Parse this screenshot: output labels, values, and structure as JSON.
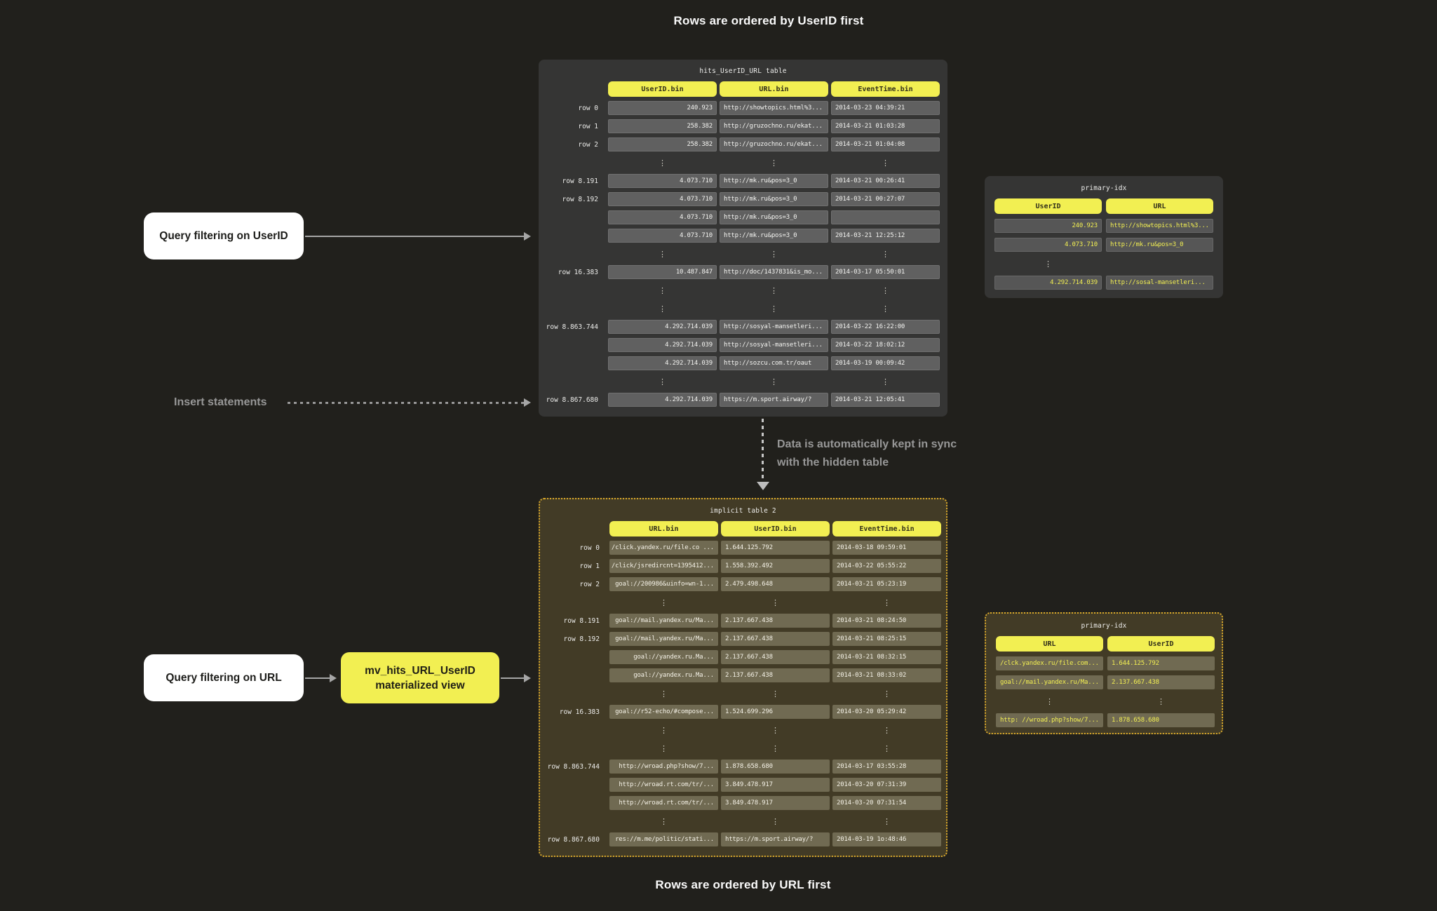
{
  "titles": {
    "top": "Rows are ordered by UserID first",
    "bottom": "Rows are ordered by URL first"
  },
  "boxes": {
    "query_userid": "Query filtering on UserID",
    "query_url": "Query filtering on URL",
    "mv_title": "mv_hits_URL_UserID",
    "mv_subtitle": "materialized view"
  },
  "notes": {
    "insert": "Insert statements",
    "sync_line1": "Data is automatically kept in sync",
    "sync_line2": "with the hidden table"
  },
  "ellipsis_glyph": "⋮",
  "colors": {
    "bg": "#21201c",
    "panel_gray": "#353534",
    "cell_gray": "#606060",
    "idx_cell_gray": "#565656",
    "panel_olive": "#423b26",
    "cell_olive": "#706a52",
    "accent_yellow": "#f2ef52",
    "amber": "#d9a82a",
    "annotation_gray": "#979797",
    "arrow_gray": "#a6a6a6"
  },
  "tables": {
    "hits": {
      "title": "hits_UserID_URL table",
      "columns": [
        "UserID.bin",
        "URL.bin",
        "EventTime.bin"
      ],
      "aligns": [
        "right",
        "left",
        "left"
      ],
      "rows": [
        {
          "label": "row 0",
          "cells": [
            "240.923",
            "http://showtopics.html%3...",
            "2014-03-23 04:39:21"
          ]
        },
        {
          "label": "row 1",
          "cells": [
            "258.382",
            "http://gruzochno.ru/ekat...",
            "2014-03-21 01:03:28"
          ]
        },
        {
          "label": "row 2",
          "cells": [
            "258.382",
            "http://gruzochno.ru/ekat...",
            "2014-03-21 01:04:08"
          ]
        },
        {
          "ellipsis": [
            0,
            1,
            2
          ]
        },
        {
          "label": "row 8.191",
          "cells": [
            "4.073.710",
            "http://mk.ru&pos=3_0",
            "2014-03-21 00:26:41"
          ]
        },
        {
          "label": "row 8.192",
          "cells": [
            "4.073.710",
            "http://mk.ru&pos=3_0",
            "2014-03-21 00:27:07"
          ]
        },
        {
          "label": "",
          "cells": [
            "4.073.710",
            "http://mk.ru&pos=3_0",
            ""
          ]
        },
        {
          "label": "",
          "cells": [
            "4.073.710",
            "http://mk.ru&pos=3_0",
            "2014-03-21 12:25:12"
          ]
        },
        {
          "ellipsis": [
            0,
            1,
            2
          ]
        },
        {
          "label": "row 16.383",
          "cells": [
            "10.487.847",
            "http://doc/1437831&is_mo...",
            "2014-03-17 05:50:01"
          ]
        },
        {
          "ellipsis": [
            0,
            1,
            2
          ]
        },
        {
          "ellipsis": [
            0,
            1,
            2
          ]
        },
        {
          "label": "row 8.863.744",
          "cells": [
            "4.292.714.039",
            "http://sosyal-mansetleri...",
            "2014-03-22 16:22:00"
          ]
        },
        {
          "label": "",
          "cells": [
            "4.292.714.039",
            "http://sosyal-mansetleri...",
            "2014-03-22 18:02:12"
          ]
        },
        {
          "label": "",
          "cells": [
            "4.292.714.039",
            "http://sozcu.com.tr/oaut",
            "2014-03-19 00:09:42"
          ]
        },
        {
          "ellipsis": [
            0,
            1,
            2
          ]
        },
        {
          "label": "row 8.867.680",
          "cells": [
            "4.292.714.039",
            "https://m.sport.airway/?",
            "2014-03-21 12:05:41"
          ]
        }
      ]
    },
    "hits_idx": {
      "title": "primary-idx",
      "columns": [
        "UserID",
        "URL"
      ],
      "aligns": [
        "right",
        "left"
      ],
      "rows": [
        {
          "cells": [
            "240.923",
            "http://showtopics.html%3..."
          ]
        },
        {
          "cells": [
            "4.073.710",
            "http://mk.ru&pos=3_0"
          ]
        },
        {
          "ellipsis": [
            0
          ]
        },
        {
          "cells": [
            "4.292.714.039",
            "http://sosal-mansetleri..."
          ]
        }
      ]
    },
    "implicit": {
      "title": "implicit table 2",
      "columns": [
        "URL.bin",
        "UserID.bin",
        "EventTime.bin"
      ],
      "aligns": [
        "right",
        "left",
        "left"
      ],
      "rows": [
        {
          "label": "row 0",
          "cells": [
            "/click.yandex.ru/file.co ...",
            "1.644.125.792",
            "2014-03-18 09:59:01"
          ]
        },
        {
          "label": "row 1",
          "cells": [
            "/click/jsredircnt=1395412...",
            "1.558.392.492",
            "2014-03-22 05:55:22"
          ]
        },
        {
          "label": "row 2",
          "cells": [
            "goal://200986&uinfo=wn-1...",
            "2.479.498.648",
            "2014-03-21 05:23:19"
          ]
        },
        {
          "ellipsis": [
            0,
            1,
            2
          ]
        },
        {
          "label": "row 8.191",
          "cells": [
            "goal://mail.yandex.ru/Ma...",
            "2.137.667.438",
            "2014-03-21 08:24:50"
          ]
        },
        {
          "label": "row 8.192",
          "cells": [
            "goal://mail.yandex.ru/Ma...",
            "2.137.667.438",
            "2014-03-21 08:25:15"
          ]
        },
        {
          "label": "",
          "cells": [
            "goal://yandex.ru.Ma...",
            "2.137.667.438",
            "2014-03-21 08:32:15"
          ]
        },
        {
          "label": "",
          "cells": [
            "goal://yandex.ru.Ma...",
            "2.137.667.438",
            "2014-03-21 08:33:02"
          ]
        },
        {
          "ellipsis": [
            0,
            1,
            2
          ]
        },
        {
          "label": "row 16.383",
          "cells": [
            "goal://r52-echo/#compose...",
            "1.524.699.296",
            "2014-03-20 05:29:42"
          ]
        },
        {
          "ellipsis": [
            0,
            1,
            2
          ]
        },
        {
          "ellipsis": [
            0,
            1,
            2
          ]
        },
        {
          "label": "row 8.863.744",
          "cells": [
            "http://wroad.php?show/7...",
            "1.878.658.680",
            "2014-03-17 03:55:28"
          ]
        },
        {
          "label": "",
          "cells": [
            "http://wroad.rt.com/tr/...",
            "3.849.478.917",
            "2014-03-20 07:31:39"
          ]
        },
        {
          "label": "",
          "cells": [
            "http://wroad.rt.com/tr/...",
            "3.849.478.917",
            "2014-03-20 07:31:54"
          ]
        },
        {
          "ellipsis": [
            0,
            1,
            2
          ]
        },
        {
          "label": "row 8.867.680",
          "cells": [
            "res://m.me/politic/stati...",
            "https://m.sport.airway/?",
            "2014-03-19 1o:48:46"
          ]
        }
      ]
    },
    "implicit_idx": {
      "title": "primary-idx",
      "columns": [
        "URL",
        "UserID"
      ],
      "aligns": [
        "left",
        "left"
      ],
      "rows": [
        {
          "cells": [
            "/clck.yandex.ru/file.com...",
            "1.644.125.792"
          ]
        },
        {
          "cells": [
            "goal://mail.yandex.ru/Ma...",
            "2.137.667.438"
          ]
        },
        {
          "ellipsis": [
            0,
            1
          ]
        },
        {
          "cells": [
            "http: //wroad.php?show/7...",
            "1.878.658.680"
          ]
        }
      ]
    }
  }
}
